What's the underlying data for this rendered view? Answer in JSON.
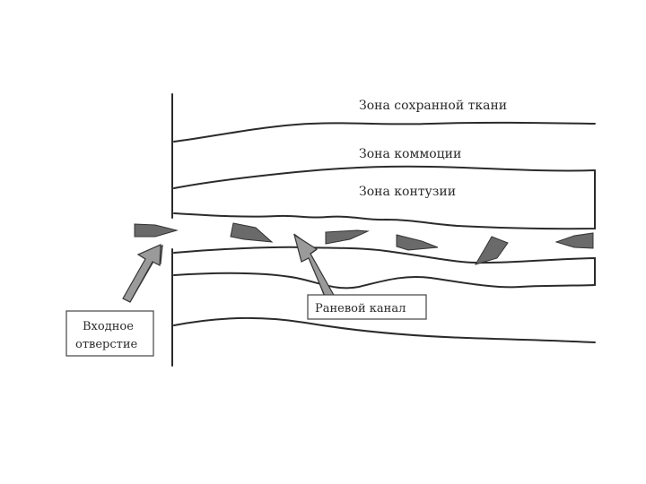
{
  "zones": {
    "preserved": "Зона сохранной ткани",
    "commotion": "Зона коммоции",
    "contusion": "Зона контузии"
  },
  "labels": {
    "wound_channel": "Раневой канал",
    "entry_line1": "Входное",
    "entry_line2": "отверстие"
  },
  "fragment_count_note": "",
  "colors": {
    "line": "#2b2b2b",
    "fragment": "#6a6a6a",
    "pointer": "#9a9a9a"
  }
}
